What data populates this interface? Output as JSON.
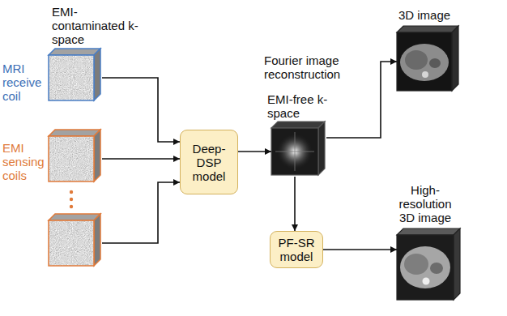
{
  "diagram": {
    "nodes": [
      {
        "text": [
          "EMI-contaminated k-space",
          "MRI receive coil"
        ]
      },
      {
        "text": [
          "EMI sensing coils"
        ]
      },
      {
        "text": [
          "Deep-DSP model"
        ]
      },
      {
        "text": [
          "EMI-free k-space"
        ]
      },
      {
        "text": [
          "3D image"
        ]
      },
      {
        "text": [
          "PF-SR model"
        ]
      },
      {
        "text": [
          "High-resolution 3D image"
        ]
      }
    ],
    "edges": [
      {
        "from": 0,
        "to": 2,
        "arrow": "to"
      },
      {
        "from": 1,
        "to": 2,
        "arrow": "to"
      },
      {
        "from": 2,
        "to": 3,
        "arrow": "to"
      },
      {
        "from": 3,
        "to": 4,
        "arrow": "to",
        "label": "Fourier image reconstruction"
      },
      {
        "from": 3,
        "to": 5,
        "arrow": "to"
      },
      {
        "from": 5,
        "to": 6,
        "arrow": "to"
      }
    ]
  }
}
